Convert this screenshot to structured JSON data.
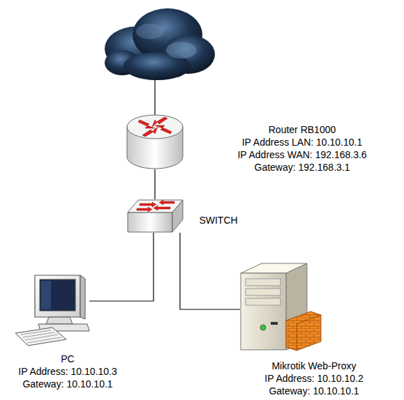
{
  "diagram": {
    "nodes": [
      {
        "text": [
          "Router RB1000",
          "IP Address LAN: 10.10.10.1",
          "IP Address WAN: 192.168.3.6",
          "Gateway: 192.168.3.1"
        ]
      },
      {
        "text": [
          "SWITCH"
        ]
      },
      {
        "text": [
          "PC",
          "IP Address: 10.10.10.3",
          "Gateway: 10.10.10.1"
        ]
      },
      {
        "text": [
          "Mikrotik Web-Proxy",
          "IP Address: 10.10.10.2",
          "Gateway: 10.10.10.1"
        ]
      }
    ],
    "edges": [
      {
        "from": 0,
        "to": 1,
        "arrow": "none"
      },
      {
        "from": 1,
        "to": 2,
        "arrow": "none"
      },
      {
        "from": 1,
        "to": 3,
        "arrow": "none"
      }
    ]
  }
}
